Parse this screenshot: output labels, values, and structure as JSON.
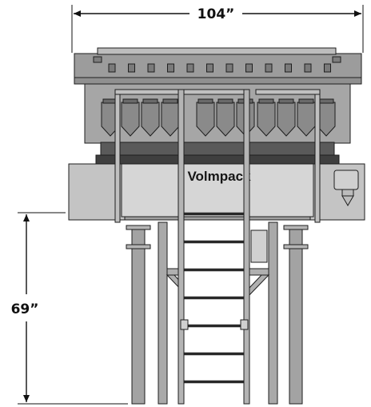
{
  "dimensions": {
    "width_label": "104”",
    "height_label": "69”"
  },
  "machine": {
    "brand_label": "Volmpack"
  },
  "colors": {
    "frame_gray": "#9c9c9c",
    "dark_gray": "#5a5a5a",
    "light_gray": "#c9c9c9",
    "outline": "#1e1e1e"
  }
}
